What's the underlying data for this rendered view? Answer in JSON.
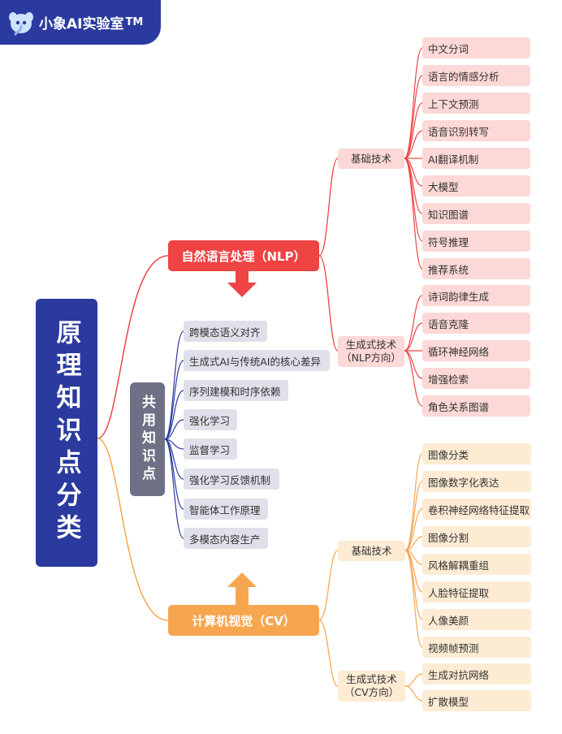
{
  "logo": {
    "text": "小象AI实验室",
    "tm": "TM",
    "icon": "mascot-icon"
  },
  "root": {
    "label": "原理知识点分类"
  },
  "nlp": {
    "label": "自然语言处理（NLP）",
    "color": "#ee4444",
    "basic": {
      "label": "基础技术",
      "items": [
        "中文分词",
        "语言的情感分析",
        "上下文预测",
        "语音识别转写",
        "AI翻译机制",
        "大模型",
        "知识图谱",
        "符号推理",
        "推荐系统"
      ]
    },
    "generative": {
      "label_line1": "生成式技术",
      "label_line2": "（NLP方向）",
      "items": [
        "诗词韵律生成",
        "语音克隆",
        "循环神经网络",
        "增强检索",
        "角色关系图谱"
      ]
    }
  },
  "common": {
    "label": "共用知识点",
    "color": "#6e7185",
    "items": [
      "跨模态语义对齐",
      "生成式AI与传统AI的核心差异",
      "序列建模和时序依赖",
      "强化学习",
      "监督学习",
      "强化学习反馈机制",
      "智能体工作原理",
      "多模态内容生产"
    ]
  },
  "cv": {
    "label": "计算机视觉（CV）",
    "color": "#f7a650",
    "basic": {
      "label": "基础技术",
      "items": [
        "图像分类",
        "图像数字化表达",
        "卷积神经网络特征提取",
        "图像分割",
        "风格解耦重组",
        "人脸特征提取",
        "人像美颜",
        "视频帧预测"
      ]
    },
    "generative": {
      "label_line1": "生成式技术",
      "label_line2": "（CV方向）",
      "items": [
        "生成对抗网络",
        "扩散模型"
      ]
    }
  }
}
